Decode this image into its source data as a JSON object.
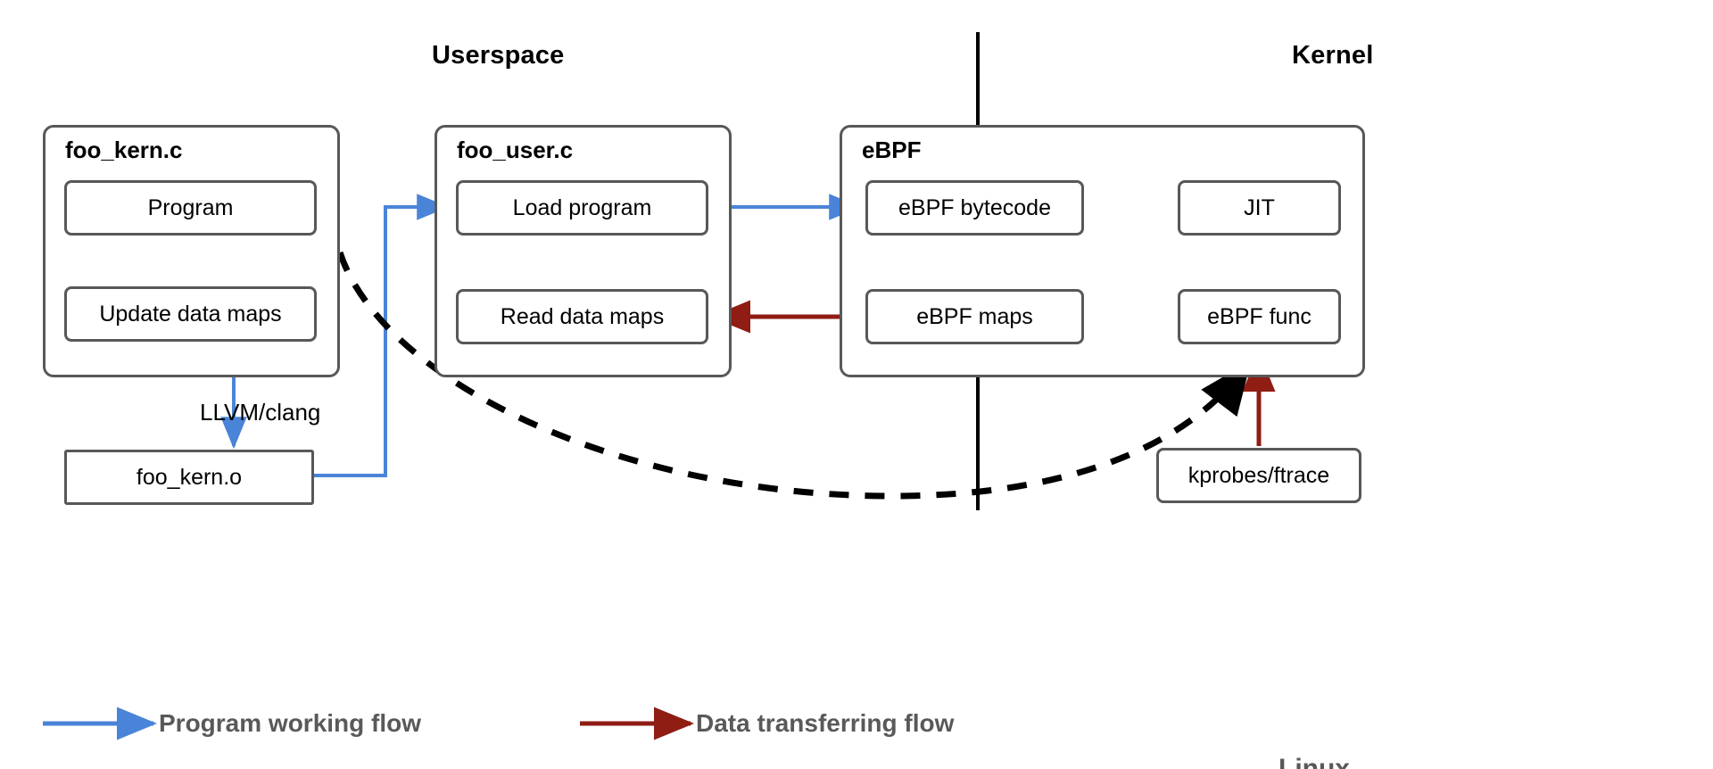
{
  "diagram": {
    "title_userspace": "Userspace",
    "title_kernel": "Kernel",
    "divider_color": "#000000"
  },
  "groups": [
    {
      "id": "foo_kern_c",
      "label": "foo_kern.c"
    },
    {
      "id": "foo_user_c",
      "label": "foo_user.c"
    },
    {
      "id": "ebpf",
      "label": "eBPF"
    }
  ],
  "nodes": {
    "program": "Program",
    "update_data_maps": "Update data maps",
    "foo_kern_o": "foo_kern.o",
    "load_program": "Load program",
    "read_data_maps": "Read data maps",
    "ebpf_bytecode": "eBPF bytecode",
    "jit": "JIT",
    "ebpf_maps": "eBPF maps",
    "ebpf_func": "eBPF func",
    "kprobes_ftrace": "kprobes/ftrace"
  },
  "edges": {
    "llvm_clang": "LLVM/clang"
  },
  "legend": {
    "items": [
      {
        "id": "program-working-flow",
        "label": "Program working flow",
        "color": "#4a84d8",
        "arrow": "arrow-right-icon"
      },
      {
        "id": "data-transferring-flow",
        "label": "Data transferring flow",
        "color": "#8f1d14",
        "arrow": "arrow-right-icon"
      }
    ]
  },
  "footer": {
    "cut_text": "Linux"
  },
  "colors": {
    "blue_flow": "#4a84d8",
    "red_flow": "#8f1d14",
    "box_border": "#585858",
    "dashed": "#000000",
    "legend_text": "#595959"
  }
}
